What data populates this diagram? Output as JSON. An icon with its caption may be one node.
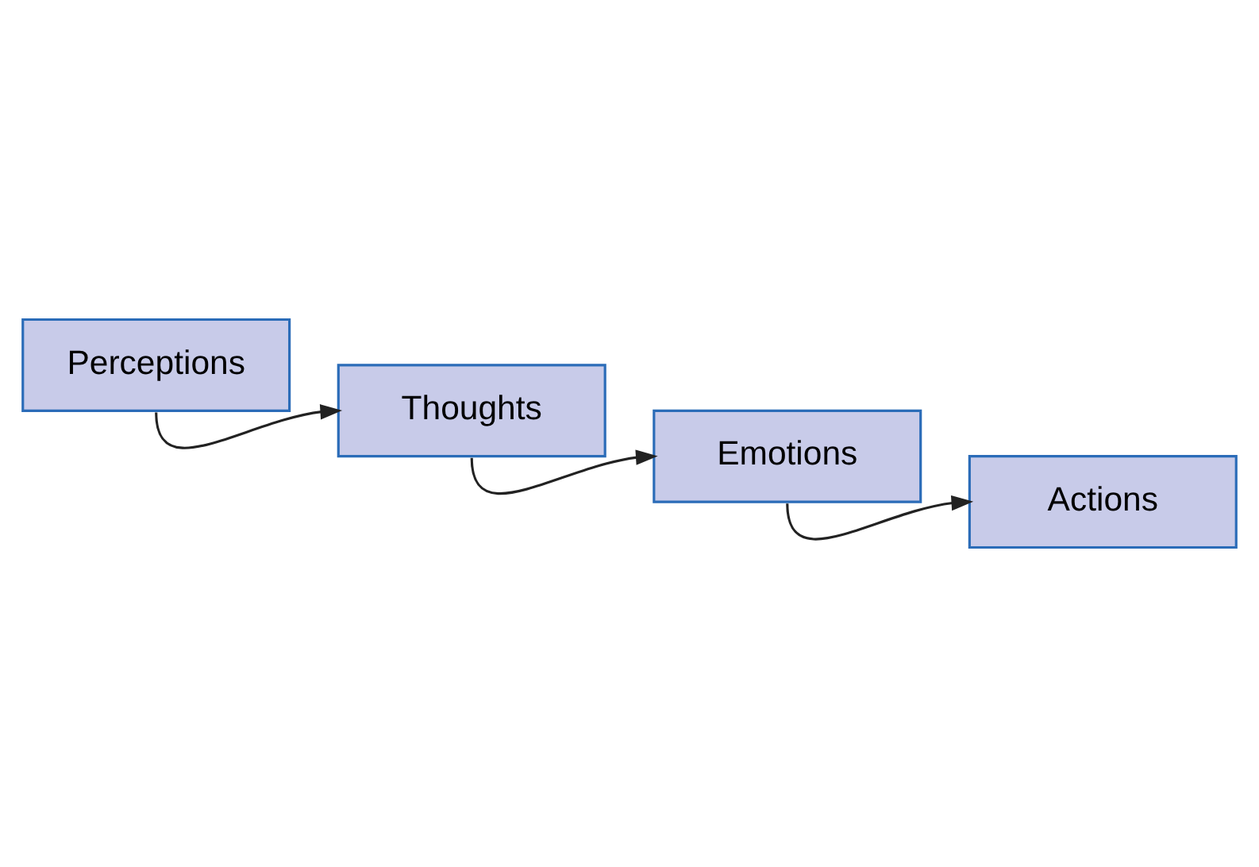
{
  "diagram": {
    "nodes": [
      {
        "text": [
          "Perceptions"
        ]
      },
      {
        "text": [
          "Thoughts"
        ]
      },
      {
        "text": [
          "Emotions"
        ]
      },
      {
        "text": [
          "Actions"
        ]
      }
    ],
    "edges": [
      {
        "from": 0,
        "to": 1,
        "arrow": "to"
      },
      {
        "from": 1,
        "to": 2,
        "arrow": "to"
      },
      {
        "from": 2,
        "to": 3,
        "arrow": "to"
      }
    ]
  }
}
